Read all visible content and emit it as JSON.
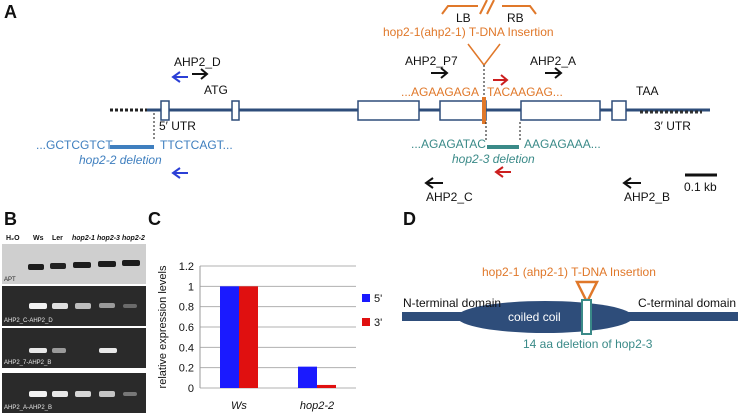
{
  "colors": {
    "orange": "#e0782a",
    "blue": "#3f7fbf",
    "teal": "#3a8a88",
    "red": "#cc1f1f",
    "gene": "#2e4d7a",
    "bar_5prime": "#1a1aff",
    "bar_3prime": "#e01010"
  },
  "panel_a": {
    "letter": "A",
    "insertion_title": "hop2-1(ahp2-1) T-DNA Insertion",
    "lb": "LB",
    "rb": "RB",
    "break_mark": "//",
    "primers": {
      "d": "AHP2_D",
      "p7": "AHP2_P7",
      "a": "AHP2_A",
      "c": "AHP2_C",
      "b": "AHP2_B"
    },
    "atg": "ATG",
    "taa": "TAA",
    "utr5": "5′ UTR",
    "utr3": "3′ UTR",
    "insertion_seq_left": "...AGAAGAGA",
    "insertion_seq_right": "TACAAGAG...",
    "del2_seq_left": "...GCTCGTCT",
    "del2_seq_right": "TTCTCAGT...",
    "del2_label": "hop2-2 deletion",
    "del3_seq_left": "...AGAGATAC",
    "del3_seq_right": "AAGAGAAA...",
    "del3_label": "hop2-3 deletion",
    "scale_label": "0.1 kb"
  },
  "panel_b": {
    "letter": "B",
    "lanes": [
      "H₂O",
      "Ws",
      "Ler",
      "hop2-1",
      "hop2-3",
      "hop2-2"
    ],
    "gel_names": [
      "APT",
      "AHP2_C-AHP2_D",
      "AHP2_7-AHP2_B",
      "AHP2_A-AHP2_B"
    ]
  },
  "panel_c": {
    "letter": "C",
    "chart_data": {
      "type": "bar",
      "categories": [
        "Ws",
        "hop2-2"
      ],
      "series": [
        {
          "name": "5'",
          "values": [
            1.0,
            0.21
          ],
          "color": "#1a1aff"
        },
        {
          "name": "3'",
          "values": [
            1.0,
            0.03
          ],
          "color": "#e01010"
        }
      ],
      "ylabel": "relative expression levels",
      "ylim": [
        0,
        1.2
      ],
      "yticks": [
        "0",
        "0.2",
        "0.4",
        "0.6",
        "0.8",
        "1",
        "1.2"
      ],
      "grid": true,
      "legend": "right"
    }
  },
  "panel_d": {
    "letter": "D",
    "insertion_label": "hop2-1 (ahp2-1) T-DNA Insertion",
    "n_terminal": "N-terminal domain",
    "coiled_coil": "coiled coil",
    "c_terminal": "C-terminal domain",
    "deletion_label": "14 aa deletion of hop2-3"
  }
}
